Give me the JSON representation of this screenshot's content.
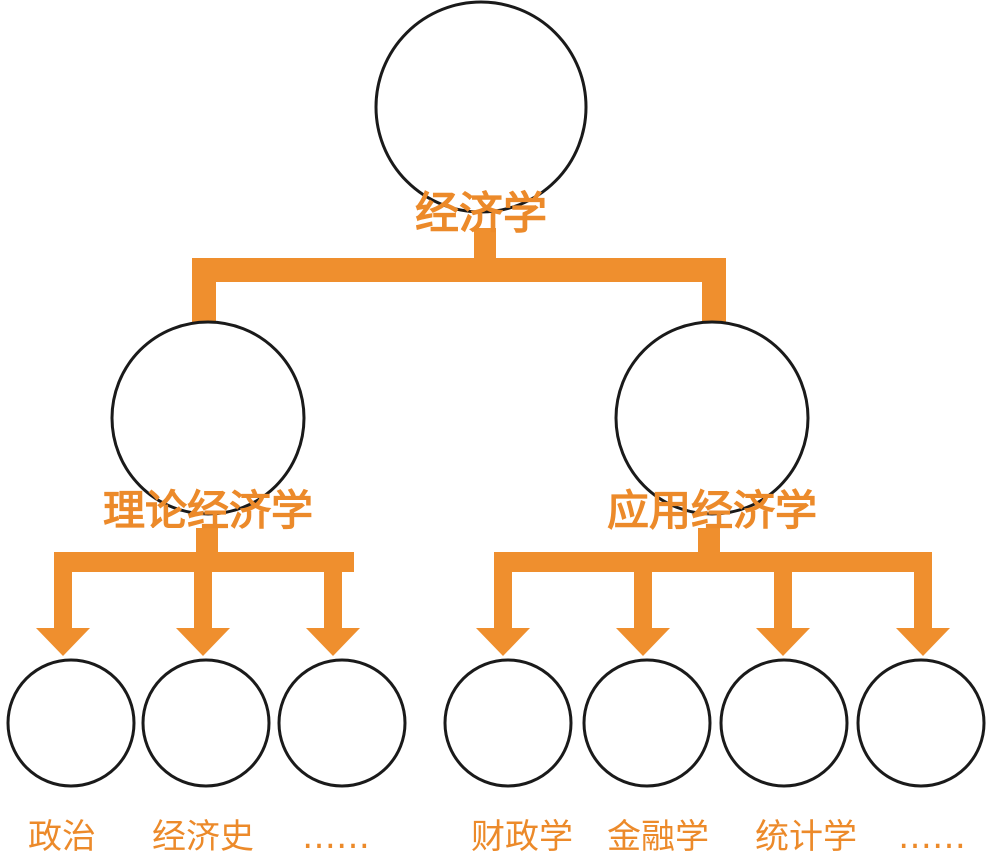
{
  "colors": {
    "connector": "#ef8f2e",
    "label": "#ec8a2a",
    "outline": "#1a1a1a",
    "face": "#ffffff"
  },
  "root": {
    "label": "经济学",
    "icon": "old-professor-avatar-icon"
  },
  "branches": [
    {
      "label": "理论经济学",
      "icon": "professor-avatar-icon",
      "children": [
        {
          "label": "政治",
          "icon": "student-avatar-icon"
        },
        {
          "label": "经济史",
          "icon": "student-avatar-icon"
        },
        {
          "label": "……",
          "icon": "student-avatar-icon"
        }
      ]
    },
    {
      "label": "应用经济学",
      "icon": "professor-avatar-icon",
      "children": [
        {
          "label": "财政学",
          "icon": "student-avatar-icon"
        },
        {
          "label": "金融学",
          "icon": "student-avatar-icon"
        },
        {
          "label": "统计学",
          "icon": "student-avatar-icon"
        },
        {
          "label": "……",
          "icon": "student-avatar-icon"
        }
      ]
    }
  ]
}
